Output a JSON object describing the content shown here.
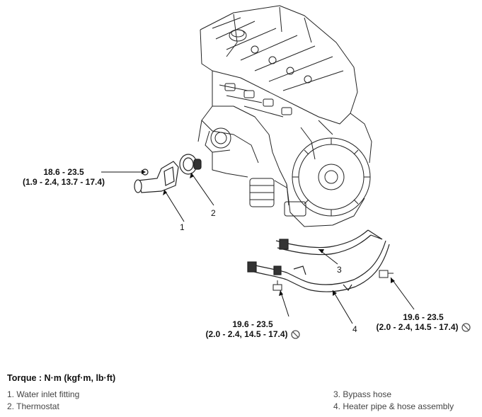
{
  "callouts": {
    "fitting": {
      "line1": "18.6 - 23.5",
      "line2": "(1.9 - 2.4, 13.7 - 17.4)"
    },
    "left_bolt": {
      "line1": "19.6 - 23.5",
      "line2": "(2.0 - 2.4, 14.5 - 17.4)"
    },
    "right_bolt": {
      "line1": "19.6 - 23.5",
      "line2": "(2.0 - 2.4, 14.5 - 17.4)"
    }
  },
  "part_numbers": [
    "1",
    "2",
    "3",
    "4"
  ],
  "torque_title": "Torque : N·m (kgf·m, lb·ft)",
  "legend": [
    "1. Water inlet fitting",
    "2. Thermostat",
    "3. Bypass hose",
    "4. Heater pipe & hose assembly"
  ],
  "icons": {
    "no_reuse": "no-reuse-icon"
  }
}
